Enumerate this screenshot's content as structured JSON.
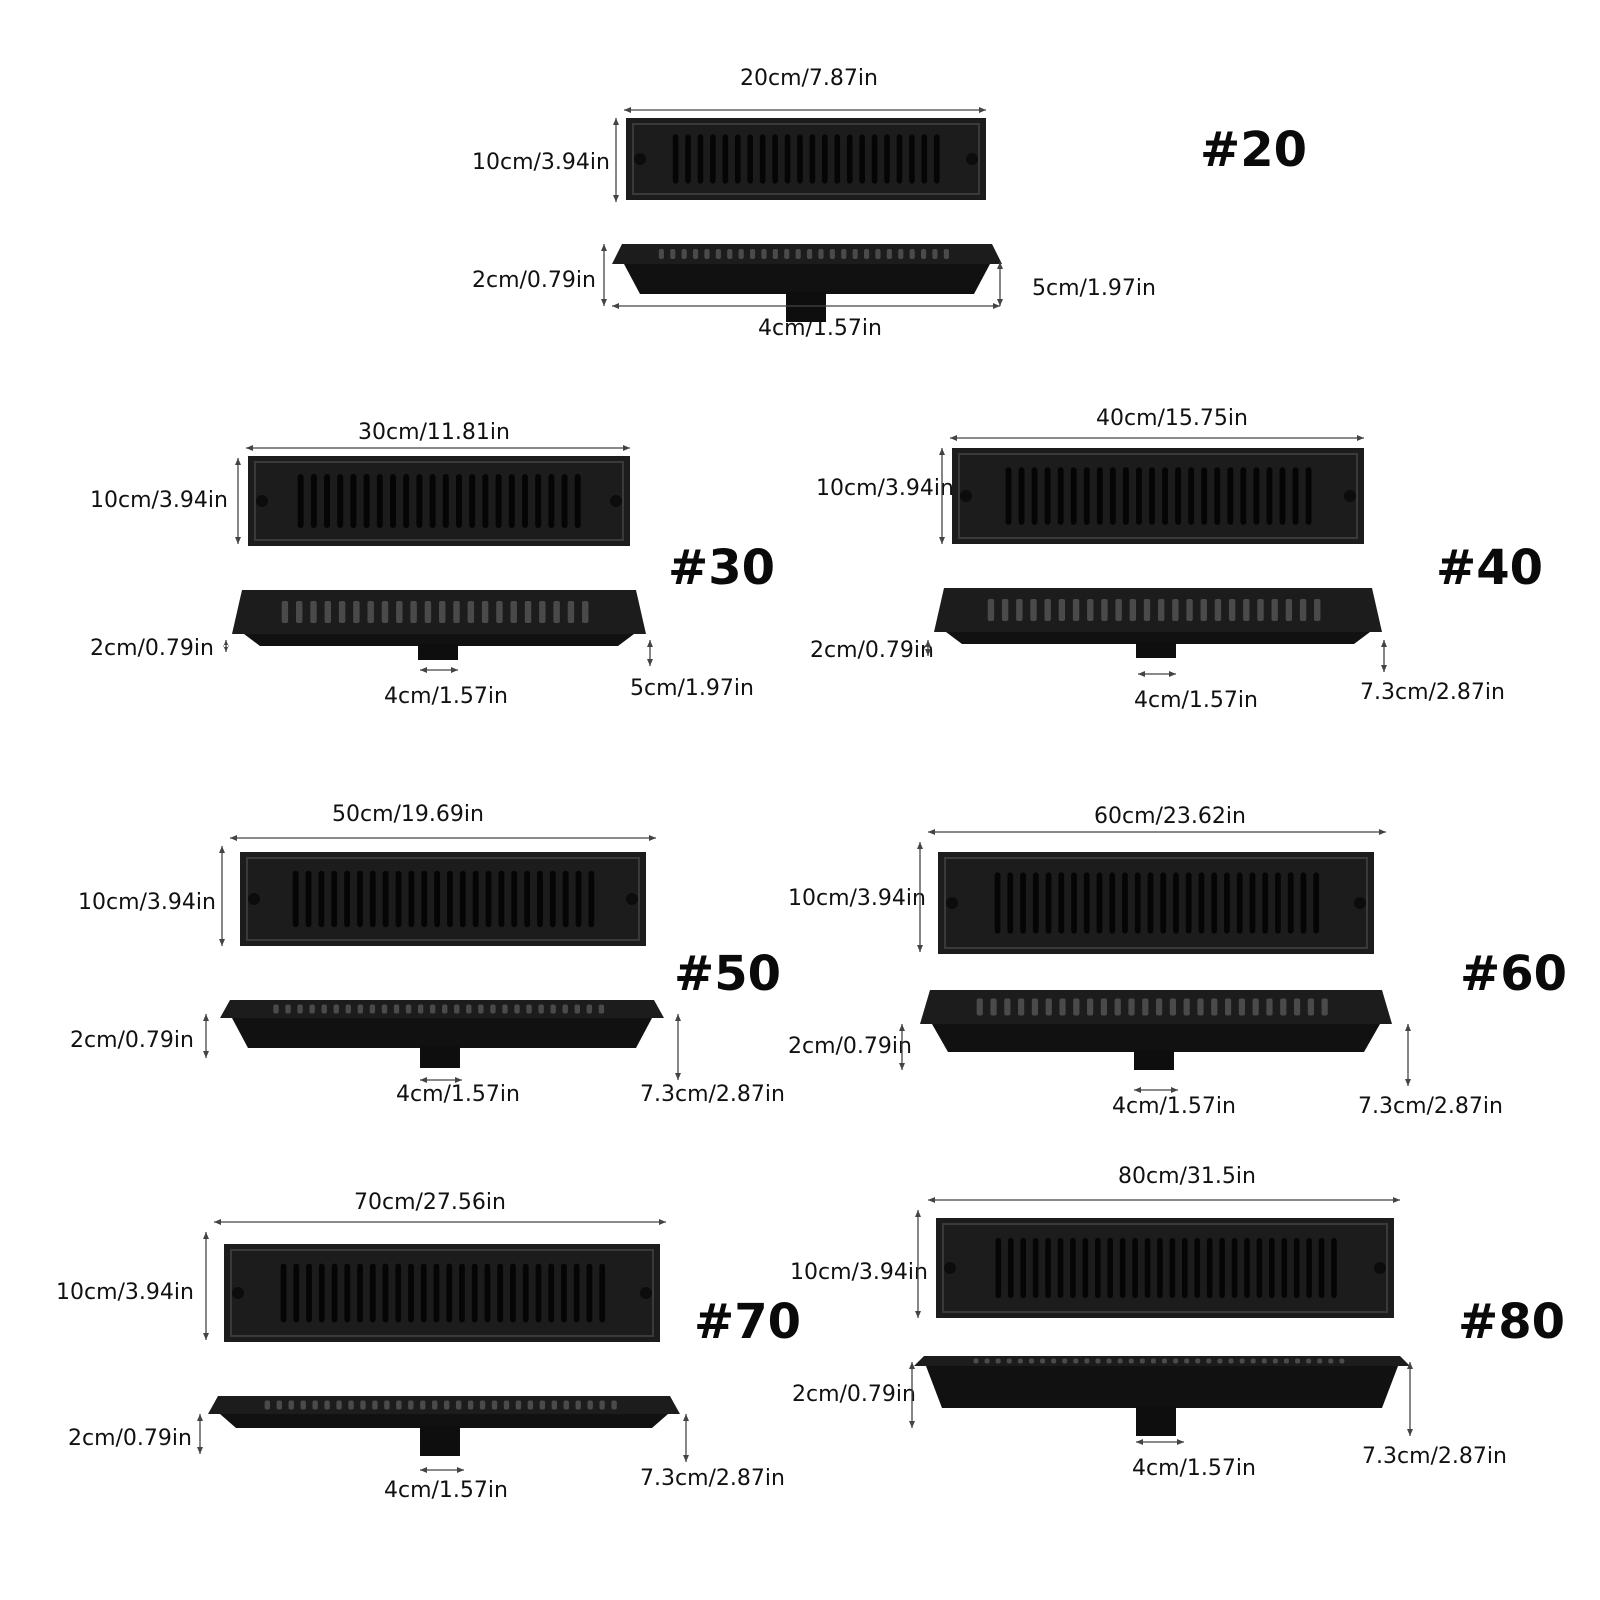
{
  "drains": [
    {
      "model": "#20",
      "length": "20cm/7.87in",
      "width": "10cm/3.94in",
      "frame_h": "2cm/0.79in",
      "outlet": "4cm/1.57in",
      "total_h": "5cm/1.97in"
    },
    {
      "model": "#30",
      "length": "30cm/11.81in",
      "width": "10cm/3.94in",
      "frame_h": "2cm/0.79in",
      "outlet": "4cm/1.57in",
      "total_h": "5cm/1.97in"
    },
    {
      "model": "#40",
      "length": "40cm/15.75in",
      "width": "10cm/3.94in",
      "frame_h": "2cm/0.79in",
      "outlet": "4cm/1.57in",
      "total_h": "7.3cm/2.87in"
    },
    {
      "model": "#50",
      "length": "50cm/19.69in",
      "width": "10cm/3.94in",
      "frame_h": "2cm/0.79in",
      "outlet": "4cm/1.57in",
      "total_h": "7.3cm/2.87in"
    },
    {
      "model": "#60",
      "length": "60cm/23.62in",
      "width": "10cm/3.94in",
      "frame_h": "2cm/0.79in",
      "outlet": "4cm/1.57in",
      "total_h": "7.3cm/2.87in"
    },
    {
      "model": "#70",
      "length": "70cm/27.56in",
      "width": "10cm/3.94in",
      "frame_h": "2cm/0.79in",
      "outlet": "4cm/1.57in",
      "total_h": "7.3cm/2.87in"
    },
    {
      "model": "#80",
      "length": "80cm/31.5in",
      "width": "10cm/3.94in",
      "frame_h": "2cm/0.79in",
      "outlet": "4cm/1.57in",
      "total_h": "7.3cm/2.87in"
    }
  ],
  "colors": {
    "product": "#1c1c1c",
    "frame": "#3a3a3a",
    "dim_line": "#444444"
  }
}
